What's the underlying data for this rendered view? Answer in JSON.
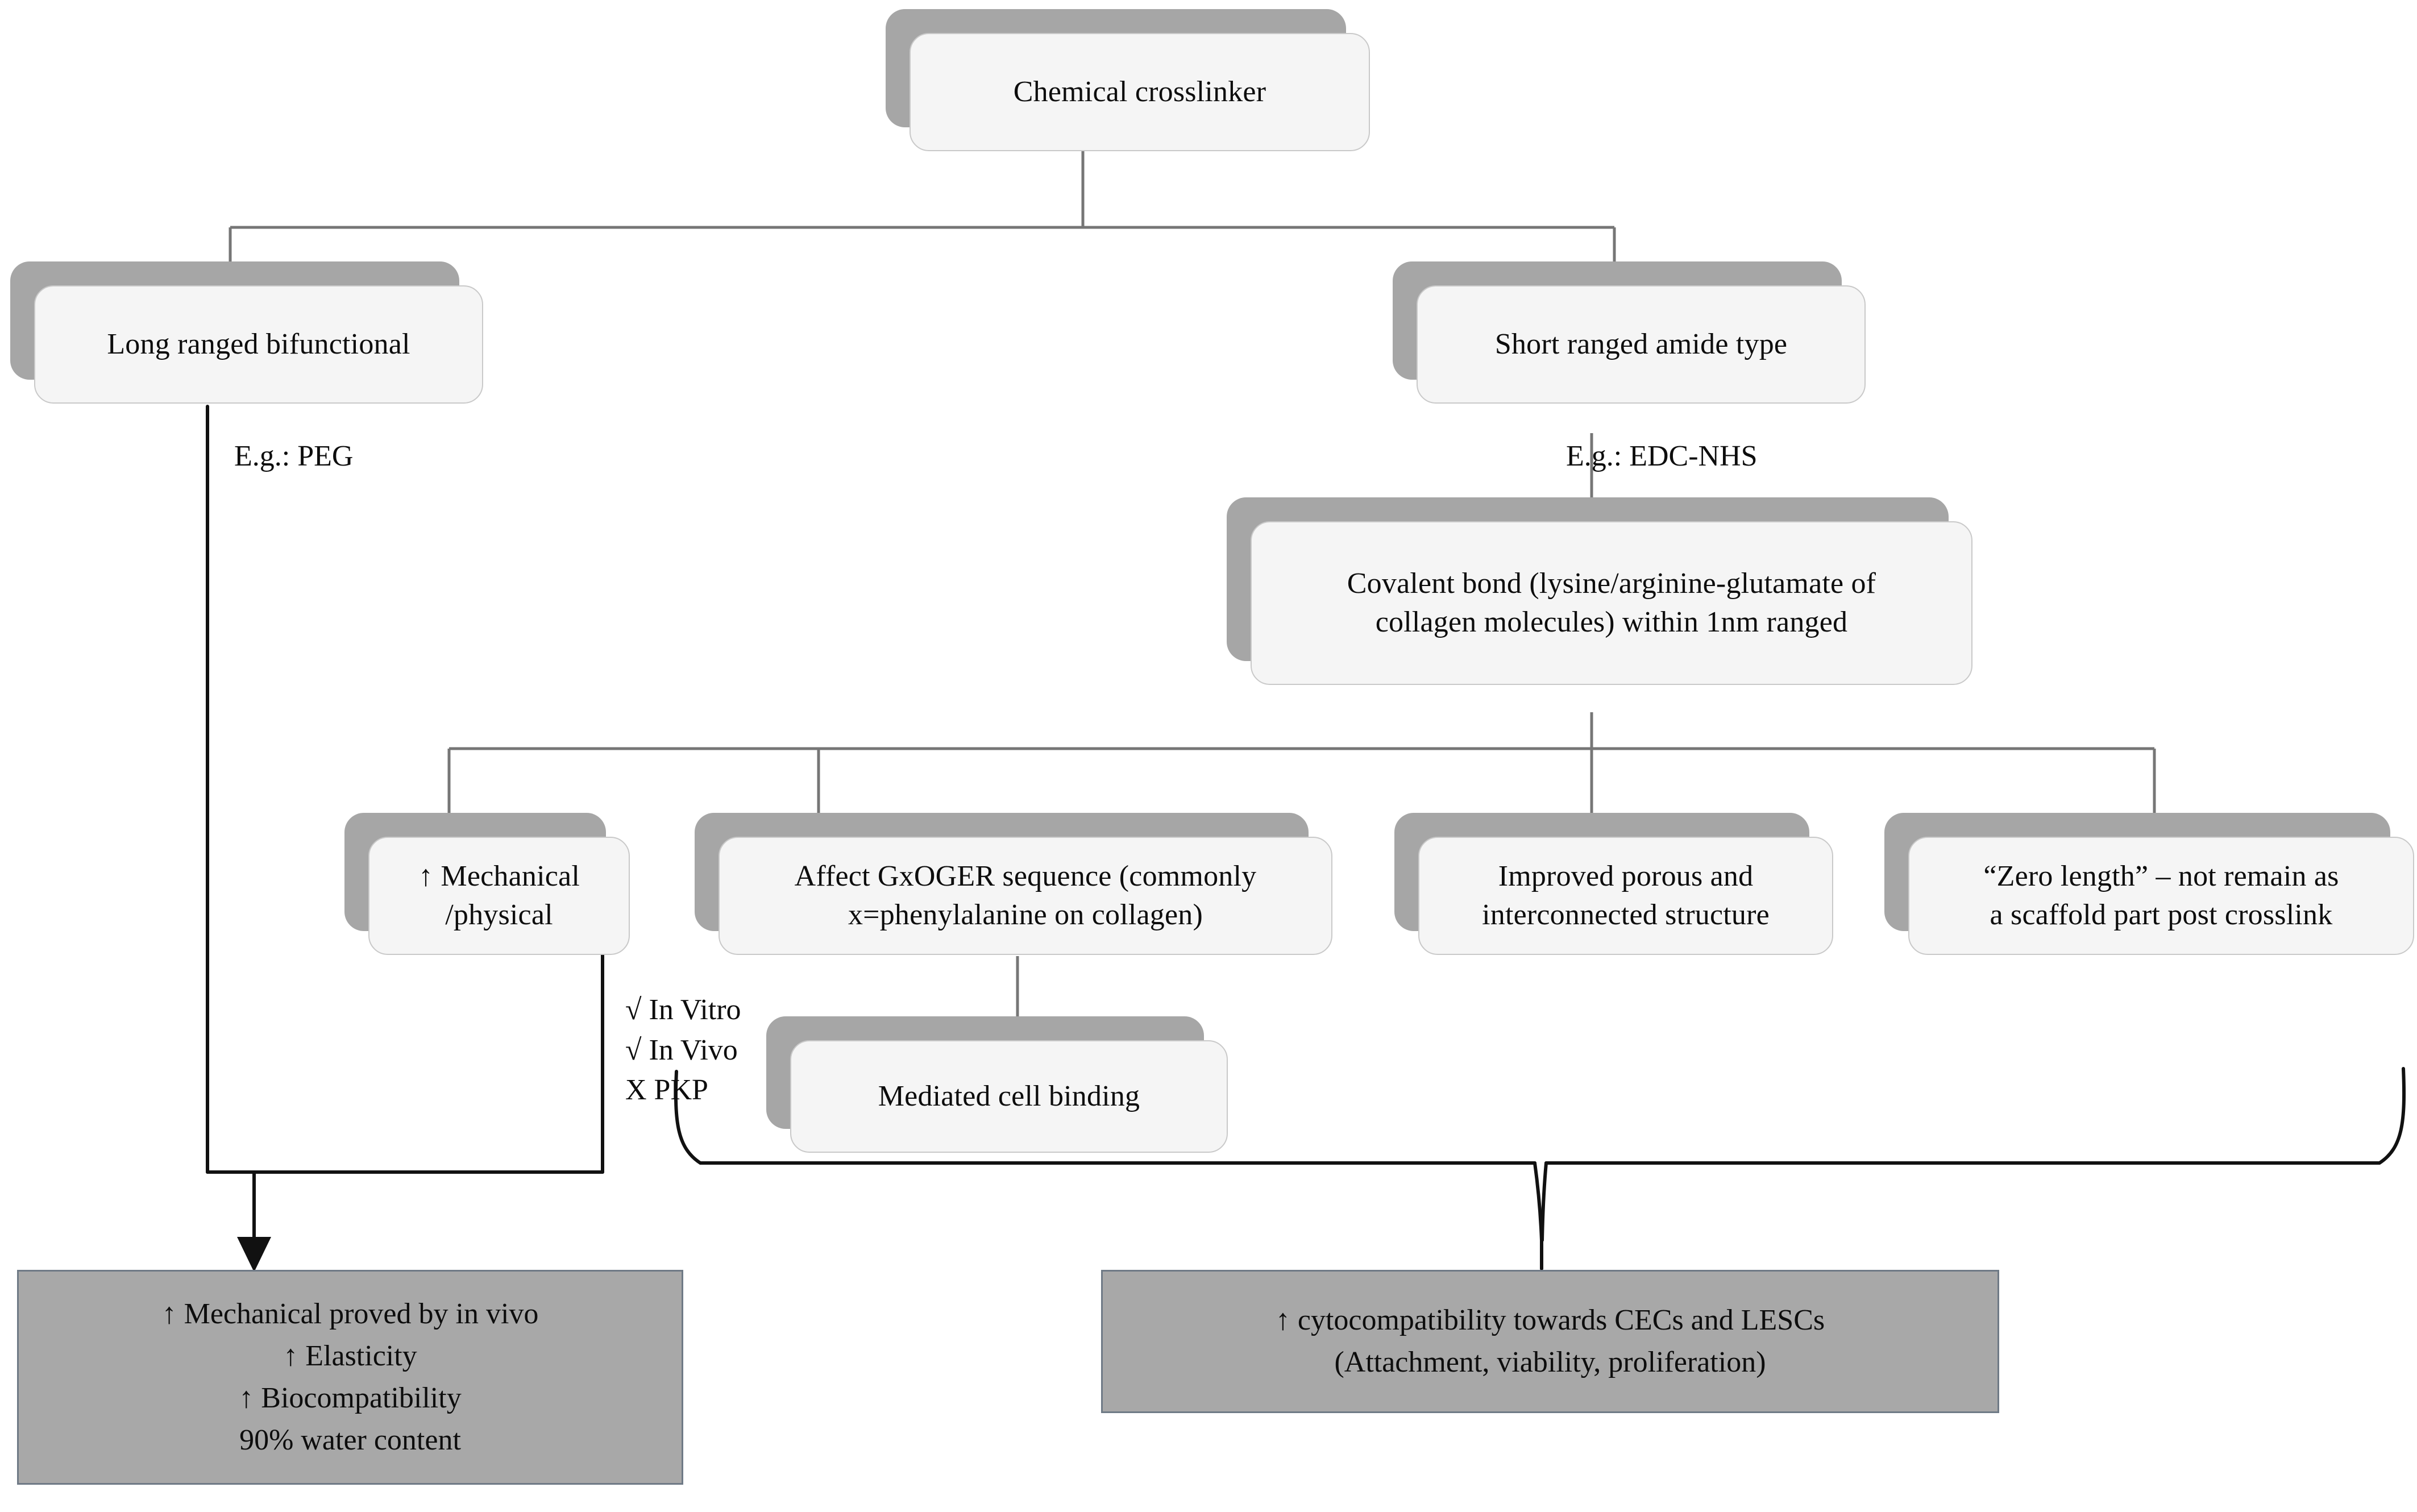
{
  "diagram": {
    "title": "Chemical crosslinker classification flowchart",
    "colors": {
      "card_shadow": "#a6a6a6",
      "card_face": "#f5f5f5",
      "card_border": "#c9c9c9",
      "terminal_fill": "#a8a8a8",
      "terminal_border": "#6f7a86",
      "connector": "#595959",
      "arrow": "#000000",
      "text": "#0d0d0d",
      "background": "#ffffff"
    },
    "nodes": {
      "root": "Chemical crosslinker",
      "long_ranged": "Long ranged bifunctional",
      "short_ranged": "Short ranged amide type",
      "covalent_bond": "Covalent bond (lysine/arginine-glutamate of\ncollagen molecules) within 1nm ranged",
      "mechanical": "↑ Mechanical\n/physical",
      "gxoger": "Affect GxOGER sequence (commonly\nx=phenylalanine on collagen)",
      "porous": "Improved porous and\ninterconnected structure",
      "zero_length": "“Zero length” – not remain as\na scaffold part post crosslink",
      "mediated_cell_binding": "Mediated cell binding"
    },
    "annotations": {
      "eg_peg": "E.g.: PEG",
      "eg_edc_nhs": "E.g.: EDC-NHS",
      "evidence_list": "√ In Vitro\n√ In Vivo\nX PKP"
    },
    "terminals": {
      "mechanical_outcome": "↑ Mechanical  proved by in vivo\n↑ Elasticity\n↑ Biocompatibility\n90% water content",
      "cytocompatibility_outcome": "↑ cytocompatibility  towards CECs and LESCs\n(Attachment,  viability,  proliferation)"
    }
  }
}
